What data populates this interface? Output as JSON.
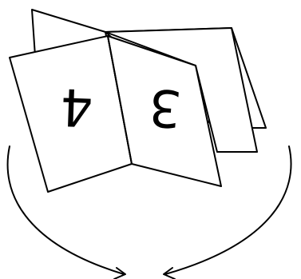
{
  "booklet": {
    "left_page_number": "4",
    "right_page_number": "3",
    "orientation": "upside-down"
  },
  "rotation_hint": {
    "direction": "rotate-180",
    "arrow_count": 2
  },
  "colors": {
    "line": "#000000",
    "background": "#ffffff"
  }
}
